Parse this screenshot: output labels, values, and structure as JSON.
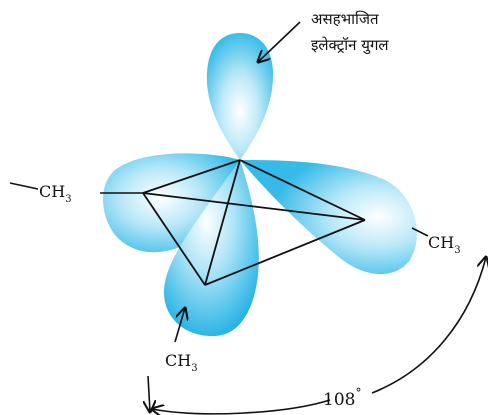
{
  "lone_pair_label": {
    "line1": "असहभाजित",
    "line2": "इलेक्ट्रॉन युगल"
  },
  "substituents": {
    "left": {
      "base": "CH",
      "sub": "3"
    },
    "right": {
      "base": "CH",
      "sub": "3"
    },
    "bottom": {
      "base": "CH",
      "sub": "3"
    }
  },
  "bond_angle": {
    "value": "108",
    "unit": "°"
  },
  "colors": {
    "orbital_core": "#ffffff",
    "orbital_mid": "#9fe0f5",
    "orbital_edge": "#33b9e8",
    "lines": "#111111"
  }
}
